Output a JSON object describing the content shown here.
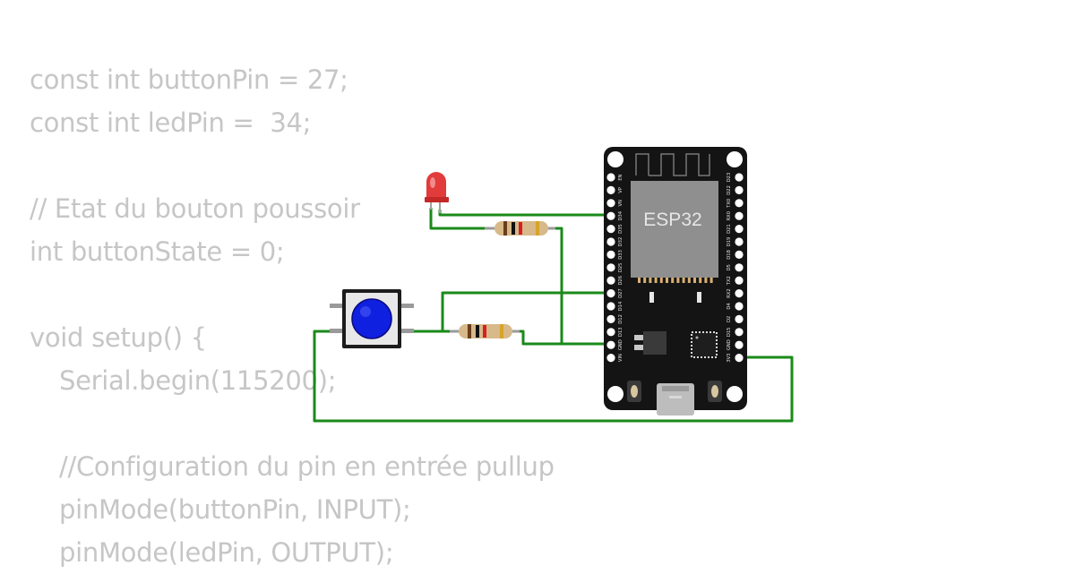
{
  "code_lines": [
    {
      "text": "const int buttonPin = 27;",
      "indent": false
    },
    {
      "text": "const int ledPin =  34;",
      "indent": false
    },
    {
      "text": "",
      "indent": false
    },
    {
      "text": "// Etat du bouton poussoir",
      "indent": false
    },
    {
      "text": "int buttonState = 0;",
      "indent": false
    },
    {
      "text": "",
      "indent": false
    },
    {
      "text": "void setup() {",
      "indent": false
    },
    {
      "text": "Serial.begin(115200);",
      "indent": true
    },
    {
      "text": "",
      "indent": false
    },
    {
      "text": "//Configuration du pin en entrée pullup",
      "indent": true
    },
    {
      "text": "pinMode(buttonPin, INPUT);",
      "indent": true
    },
    {
      "text": "pinMode(ledPin, OUTPUT);",
      "indent": true
    }
  ],
  "board": {
    "chip_label": "ESP32",
    "left_pins": [
      "EN",
      "VP",
      "VN",
      "D34",
      "D35",
      "D32",
      "D33",
      "D25",
      "D26",
      "D27",
      "D14",
      "D12",
      "D13",
      "GND",
      "VIN"
    ],
    "right_pins": [
      "D23",
      "D22",
      "TX0",
      "RX0",
      "D21",
      "D19",
      "D18",
      "D5",
      "TX2",
      "RX2",
      "D4",
      "D2",
      "D15",
      "GND",
      "3V3"
    ]
  },
  "colors": {
    "code_text": "#c6c6c6",
    "wire": "#1a8a1a",
    "board": "#141414",
    "chip": "#8f8f8f",
    "button_cap": "#1020e0",
    "led": "#e23b3b"
  }
}
